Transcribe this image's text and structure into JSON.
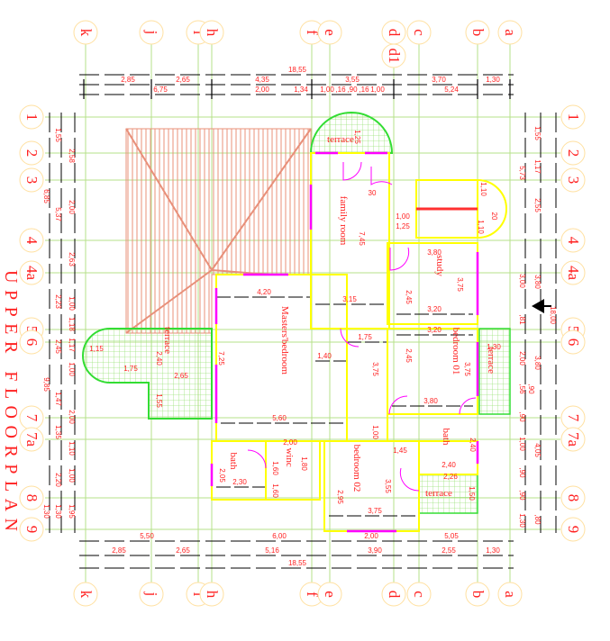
{
  "title": "UPPER FLOORPLAN",
  "colors": {
    "text": "#ff2020",
    "wall": "#ffff00",
    "grid": "#b5e08a",
    "green": "#33dd33",
    "window": "#ff00ff",
    "roof": "#e8907a",
    "bubble": "#ffe0a0"
  },
  "grid_columns": [
    "k",
    "j",
    "i",
    "h",
    "f",
    "e",
    "d",
    "d1",
    "c",
    "b",
    "a"
  ],
  "grid_rows": [
    "1",
    "2",
    "3",
    "4",
    "4a",
    "5",
    "6",
    "7",
    "7a",
    "8",
    "9"
  ],
  "rooms": [
    "terrace",
    "family room",
    "study",
    "Masters'bedroom",
    "bedroom 01",
    "terrace",
    "terrace",
    "bath",
    "winc",
    "bedroom 02",
    "bath",
    "terrace"
  ],
  "dims_top": [
    "18,55",
    "2,85",
    "2,65",
    "4,35",
    "3,55",
    "3,70",
    "1,30",
    "6,75",
    "2,00",
    "1,34",
    "1,00",
    ",16",
    ",90",
    ",16",
    "1,00",
    "5,24"
  ],
  "dims_bottom": [
    "5,50",
    "6,00",
    "2,00",
    "5,05",
    "2,85",
    "2,65",
    "5,16",
    "3,90",
    "2,55",
    "1,30",
    "18,55"
  ],
  "dims_left": [
    "6,85",
    "9,85",
    "1,30",
    "1,55",
    "5,37",
    "2,23",
    "2,45",
    "1,47",
    "1,35",
    "2,20",
    "1,30",
    "2,58",
    "2,00",
    "2,63",
    "1,00",
    "1,18",
    "1,17",
    "1,00",
    "2,00",
    "1,10",
    "1,00",
    "1,95"
  ],
  "dims_right": [
    "1,55",
    "1,17",
    "5,73",
    "2,55",
    "3,00",
    "3,80",
    "18,00",
    ",81",
    "2,00",
    "3,80",
    ",56",
    ",90",
    ",90",
    "1,00",
    "4,05",
    ",90",
    ",90",
    "1,30",
    ",80"
  ],
  "dims_interior": [
    "7,45",
    "1,00",
    "1,25",
    "3,80",
    "3,75",
    "2,45",
    "3,15",
    "3,20",
    "4,20",
    "1,75",
    "1,40",
    "3,20",
    "2,45",
    "3,75",
    "3,75",
    "3,80",
    "1,30",
    "7,25",
    "5,60",
    "1,00",
    "2,00",
    "1,60",
    "1,80",
    "1,60",
    "2,05",
    "2,30",
    "2,95",
    "3,55",
    "1,45",
    "2,40",
    "2,40",
    "2,26",
    "1,50",
    "3,75",
    "1,15",
    "1,75",
    "2,40",
    "2,65",
    "1,55",
    "1,25",
    "30",
    "1,10",
    "20",
    "1,10"
  ]
}
